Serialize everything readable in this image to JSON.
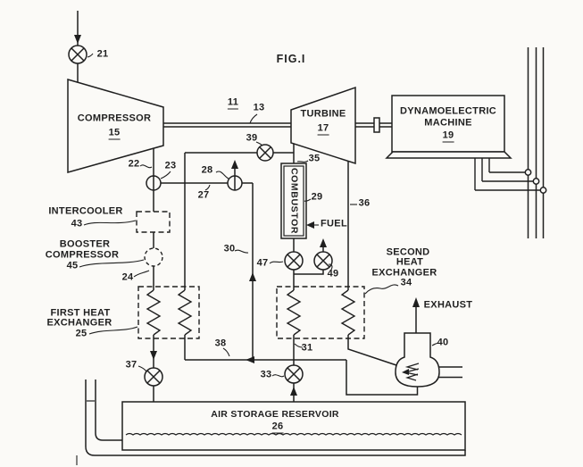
{
  "figure": {
    "title": "FIG.I"
  },
  "colors": {
    "ink": "#1f1f1f",
    "paper": "#fbfaf7"
  },
  "components": {
    "compressor": {
      "name": "COMPRESSOR",
      "ref": "15"
    },
    "turbine": {
      "name": "TURBINE",
      "ref": "17"
    },
    "dynamoelectric_machine": {
      "name_line1": "DYNAMOELECTRIC",
      "name_line2": "MACHINE",
      "ref": "19"
    },
    "combustor": {
      "name": "COMBUSTOR",
      "ref": "29"
    },
    "intercooler": {
      "name": "INTERCOOLER",
      "ref": "43"
    },
    "booster_compressor": {
      "name_line1": "BOOSTER",
      "name_line2": "COMPRESSOR",
      "ref": "45"
    },
    "first_heat_exchanger": {
      "name_line1": "FIRST HEAT",
      "name_line2": "EXCHANGER",
      "ref": "25"
    },
    "second_heat_exchanger": {
      "name_line1": "SECOND",
      "name_line2": "HEAT",
      "name_line3": "EXCHANGER",
      "ref": "34"
    },
    "exhaust_stack": {
      "ref": "40"
    },
    "air_storage_reservoir": {
      "name": "AIR STORAGE RESERVOIR",
      "ref": "26"
    }
  },
  "flow_labels": {
    "fuel": "FUEL",
    "exhaust": "EXHAUST"
  },
  "reference_numerals": {
    "shaft": "11",
    "shaft_section": "13",
    "inlet_valve": "21",
    "compressor_outlet_line": "22",
    "junction_valve_23": "23",
    "line_24": "24",
    "line_27": "27",
    "vent_valve_28": "28",
    "line_30": "30",
    "line_31": "31",
    "reservoir_outlet_valve": "33",
    "turbine_inlet_line": "35",
    "turbine_exhaust_line": "36",
    "reservoir_inlet_valve": "37",
    "line_38": "38",
    "bypass_valve": "39",
    "combustor_inlet_valve": "47",
    "vent_valve_49": "49"
  }
}
